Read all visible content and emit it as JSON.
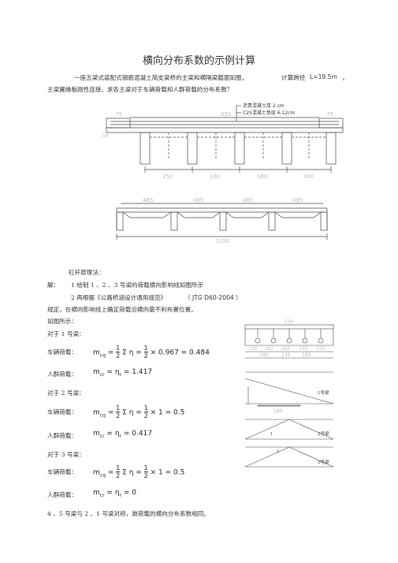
{
  "title": "横向分布系数的示例计算",
  "intro": {
    "line1": "一座五梁式装配式钢筋混凝土简支梁桥的主梁和横隔梁截面如图，",
    "span_label": "计算跨径",
    "span_value": "L=19.5m",
    "line1_end": "，",
    "line2": "主梁翼缘板刚性连接。求各主梁对于车辆荷载和人群荷载的分布系数？"
  },
  "drawing_top": {
    "note1": "沥青混凝土厚 2  cm",
    "note2": "C25混凝土垫层 6-12cm",
    "dim_top": "650",
    "dim_left": "75",
    "dim_right": "75",
    "small_left": "18",
    "spacings": [
      "150",
      "160",
      "160",
      "160"
    ]
  },
  "drawing_mid": {
    "bays": [
      "485",
      "485",
      "485",
      "485"
    ],
    "total": "2150"
  },
  "method": "杠杆原理法：",
  "sol": {
    "lead": "解：",
    "step1": "1 绘制  1 、2 、3 号梁的荷载横向影响线如图所示",
    "step2a": "2 再根据《公路桥涵设计通用规范》",
    "step2b": "（ JTG D60-2004 ）",
    "step2c": "规定，在横向影响线上确定荷载沿横向最不利布置位置。",
    "step2d": "如图所示："
  },
  "beam1": {
    "head": "对于  1 号梁：",
    "veh_label": "车辆荷载：",
    "veh_lhs": "m",
    "veh_sub": "cq",
    "veh_rhs": "× 0.967  = 0.484",
    "crowd_label": "人群荷载：",
    "crowd_lhs": "m",
    "crowd_sub": "cr",
    "crowd_rhs": "= 1.417"
  },
  "beam2": {
    "head": "对于  2 号梁：",
    "veh_label": "车辆荷载：",
    "veh_rhs": "× 1  = 0.5",
    "crowd_label": "人群荷载：",
    "crowd_rhs": "= 0.417"
  },
  "beam3": {
    "head": "对于  3 号梁：",
    "veh_label": "车辆荷载：",
    "veh_rhs": "× 1  = 0.5",
    "crowd_label": "人群荷载：",
    "crowd_rhs": "= 0"
  },
  "frac": {
    "num": "1",
    "den": "2",
    "sum": "Σ",
    "eta": "η"
  },
  "eta_r": "η",
  "eta_r_sub": "r",
  "conclusion": "4 、5 号梁与  2 、1 号梁对称，故荷载的横向分布系数相同。",
  "right_fig": {
    "dim_top": "530",
    "dims_row": [
      "150",
      "160",
      "160",
      "160",
      "150"
    ],
    "dims_row2": [
      "180",
      "130",
      "180"
    ],
    "inner": "180",
    "lines": [
      "1号梁",
      "2号梁",
      "3号梁"
    ],
    "ones": [
      "1",
      "1"
    ]
  }
}
